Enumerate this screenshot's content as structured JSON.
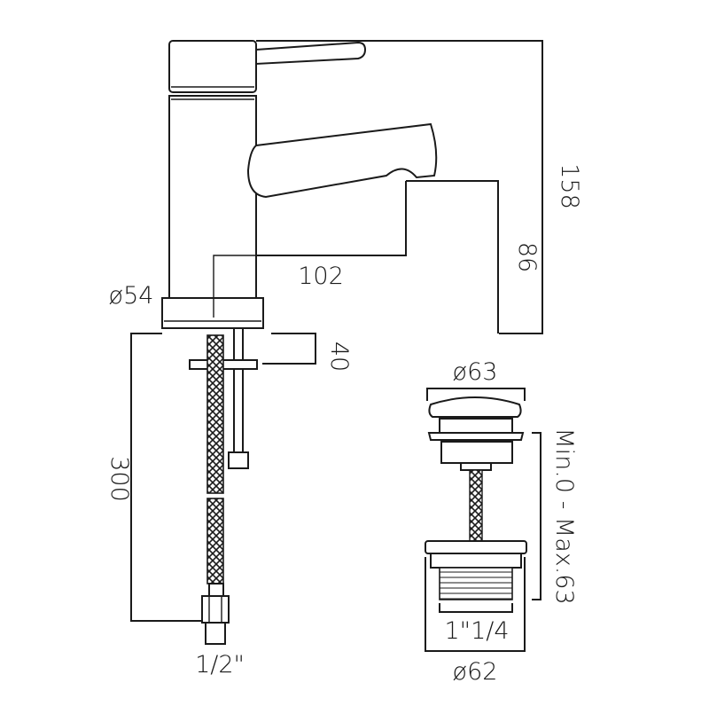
{
  "dimensions": {
    "height_total": "158",
    "spout_height": "86",
    "spout_reach": "102",
    "base_diameter": "ø54",
    "base_thickness": "40",
    "hose_length": "300",
    "hose_thread": "1/2\"",
    "waste_cap_diameter": "ø63",
    "waste_range": "Min.0 - Max.63",
    "waste_thread": "1\"1/4",
    "waste_body_diameter": "ø62"
  }
}
